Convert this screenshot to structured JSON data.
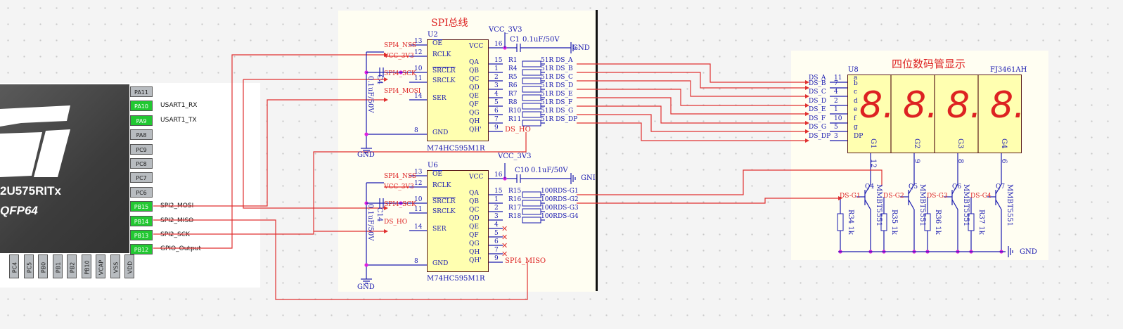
{
  "mcu": {
    "name": "2U575RITx",
    "package": "QFP64",
    "right_pins": [
      {
        "pin": "PA11",
        "label": "",
        "color": "gray"
      },
      {
        "pin": "PA10",
        "label": "USART1_RX",
        "color": "green"
      },
      {
        "pin": "PA9",
        "label": "USART1_TX",
        "color": "green"
      },
      {
        "pin": "PA8",
        "label": "",
        "color": "gray"
      },
      {
        "pin": "PC9",
        "label": "",
        "color": "gray"
      },
      {
        "pin": "PC8",
        "label": "",
        "color": "gray"
      },
      {
        "pin": "PC7",
        "label": "",
        "color": "gray"
      },
      {
        "pin": "PC6",
        "label": "",
        "color": "gray"
      },
      {
        "pin": "PB15",
        "label": "SPI2_MOSI",
        "color": "green"
      },
      {
        "pin": "PB14",
        "label": "SPI2_MISO",
        "color": "green"
      },
      {
        "pin": "PB13",
        "label": "SPI2_SCK",
        "color": "green"
      },
      {
        "pin": "PB12",
        "label": "GPIO_Output",
        "color": "green"
      }
    ],
    "bottom_pins": [
      "PC4",
      "PC5",
      "PB0",
      "PB1",
      "PB2",
      "PB10",
      "VCAP",
      "VSS",
      "VDD"
    ]
  },
  "schematic": {
    "title": "SPI总线",
    "u2": {
      "ref": "U2",
      "part": "M74HC595M1R",
      "left_pins": [
        "OE",
        "RCLK",
        "SRCLR",
        "SRCLK",
        "SER",
        "GND"
      ],
      "left_nums": [
        "13",
        "12",
        "10",
        "11",
        "14",
        "8"
      ],
      "right_pins": [
        "VCC",
        "QA",
        "QB",
        "QC",
        "QD",
        "QE",
        "QF",
        "QG",
        "QH",
        "QH'"
      ],
      "right_nums": [
        "16",
        "15",
        "1",
        "2",
        "3",
        "4",
        "5",
        "6",
        "7",
        "9"
      ],
      "nets_in": [
        "SPI4_NSS",
        "VCC_3V3",
        "SPI4_SCK",
        "SPI4_MOSI"
      ],
      "resistors": [
        "R1",
        "R4",
        "R5",
        "R6",
        "R7",
        "R8",
        "R10",
        "R11"
      ],
      "res_value": "51R",
      "nets_out": [
        "DS_A",
        "DS_B",
        "DS_C",
        "DS_D",
        "DS_E",
        "DS_F",
        "DS_G",
        "DS_DP"
      ],
      "qh_net": "DS_HO",
      "vcc": "VCC_3V3",
      "cap": "C1",
      "cap_value": "0.1uF/50V",
      "cap_side": "C4",
      "gnd": "GND"
    },
    "u6": {
      "ref": "U6",
      "part": "M74HC595M1R",
      "left_pins": [
        "OE",
        "RCLK",
        "SRCLR",
        "SRCLK",
        "SER",
        "GND"
      ],
      "left_nums": [
        "13",
        "12",
        "10",
        "11",
        "14",
        "8"
      ],
      "right_pins": [
        "VCC",
        "QA",
        "QB",
        "QC",
        "QD",
        "QE",
        "QF",
        "QG",
        "QH",
        "QH'"
      ],
      "right_nums": [
        "16",
        "15",
        "1",
        "2",
        "3",
        "4",
        "5",
        "6",
        "7",
        "9"
      ],
      "nets_in": [
        "SPI4_NSS",
        "VCC_3V3",
        "SPI4_SCK",
        "DS_HO"
      ],
      "resistors": [
        "R15",
        "R16",
        "R17",
        "R18"
      ],
      "res_value": "100R",
      "nets_out": [
        "DS-G1",
        "DS-G2",
        "DS-G3",
        "DS-G4"
      ],
      "qh_net": "SPI4_MISO",
      "vcc": "VCC_3V3",
      "cap": "C10",
      "cap_value": "0.1uF/50V",
      "cap_side": "C14",
      "gnd": "GND",
      "gnd_right": "GNI"
    }
  },
  "display": {
    "title": "四位数码管显示",
    "ref": "U8",
    "part": "FJ3461AH",
    "nets": [
      "DS_A",
      "DS_B",
      "DS_C",
      "DS_D",
      "DS_E",
      "DS_F",
      "DS_G",
      "DS_DP"
    ],
    "nums": [
      "11",
      "7",
      "4",
      "2",
      "1",
      "10",
      "5",
      "3"
    ],
    "segs": [
      "a",
      "b",
      "c",
      "d",
      "e",
      "f",
      "g",
      "DP"
    ],
    "digits": [
      "8.",
      "8.",
      "8.",
      "8."
    ],
    "grid_labels": [
      "G1",
      "G2",
      "G3",
      "G4"
    ],
    "grid_nums": [
      "12",
      "9",
      "8",
      "6"
    ],
    "transistors": [
      "Q4",
      "Q5",
      "Q6",
      "Q7"
    ],
    "transistor_part": "MMBT5551",
    "bases": [
      "DS-G1",
      "DS-G2",
      "DS-G3",
      "DS-G4"
    ],
    "resistors": [
      "R34 1k",
      "R35 1k",
      "R36 1k",
      "R37 1k"
    ],
    "gnd": "GND"
  },
  "colors": {
    "wire_red": "#e03030",
    "wire_blue": "#1a1ab0",
    "chip_fill": "#ffffb0",
    "pin_green": "#22c832",
    "junction": "#e020e0"
  }
}
